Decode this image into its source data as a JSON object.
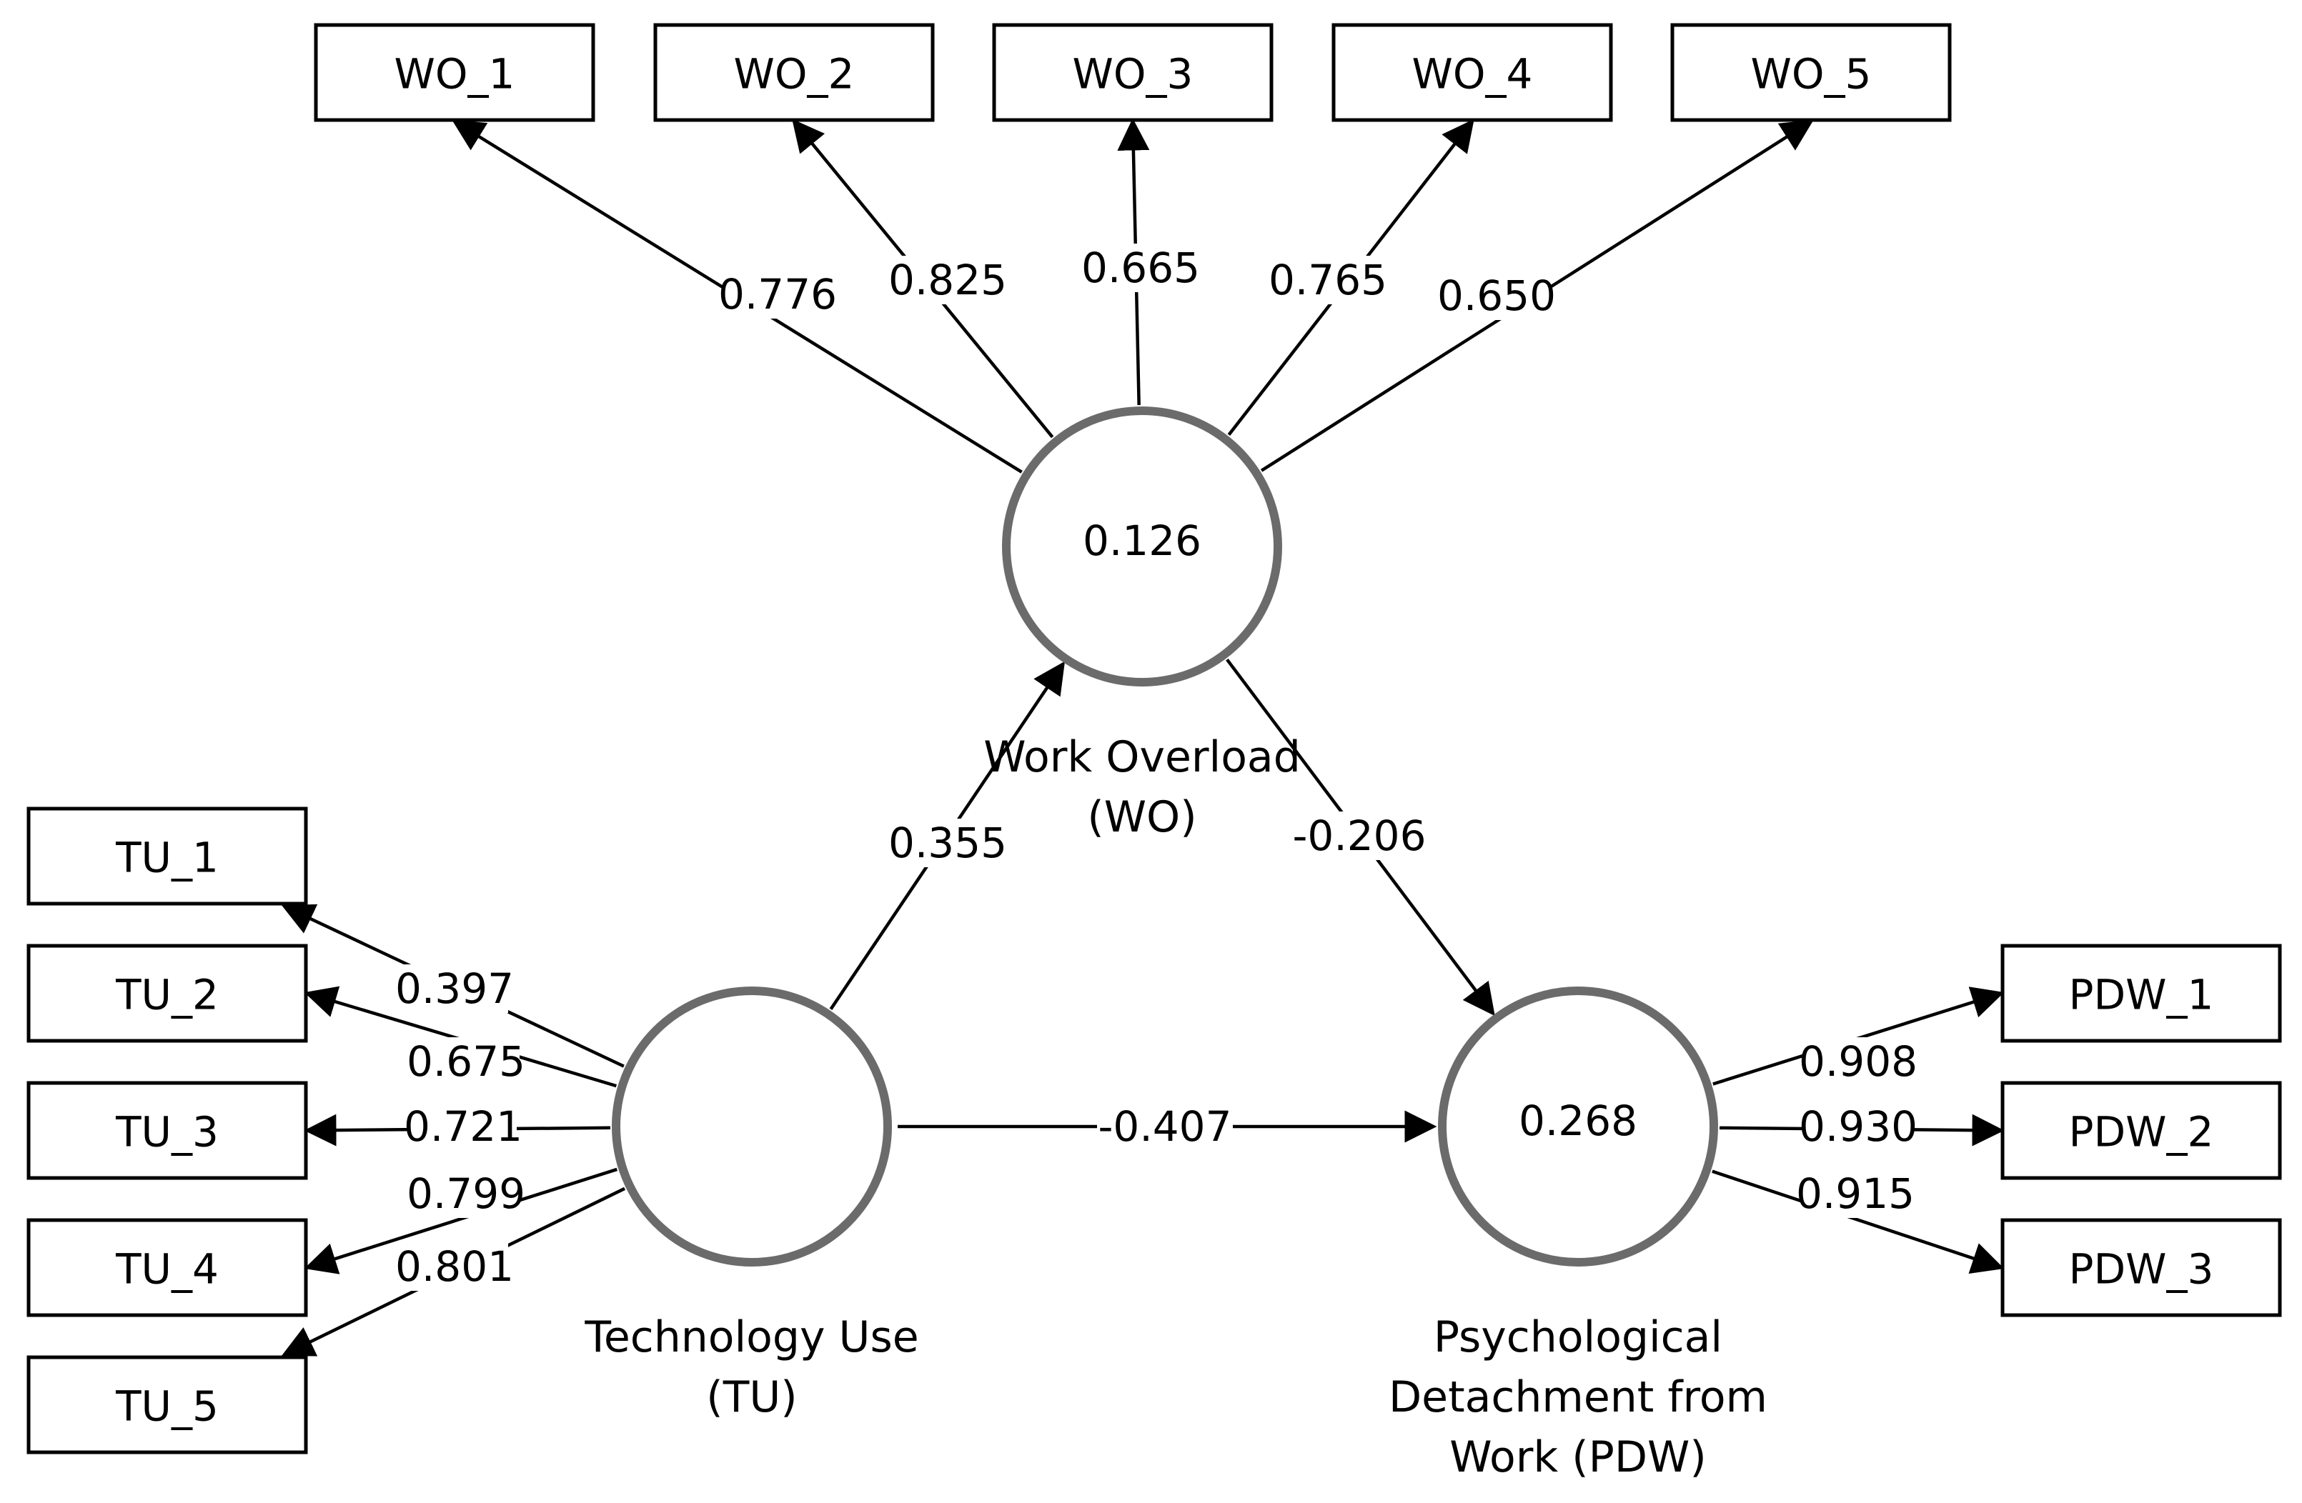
{
  "constructs": {
    "wo": {
      "name_lines": [
        "Work Overload",
        "(WO)"
      ],
      "r2": "0.126"
    },
    "tu": {
      "name_lines": [
        "Technology Use",
        "(TU)"
      ],
      "r2": ""
    },
    "pdw": {
      "name_lines": [
        "Psychological",
        "Detachment from",
        "Work (PDW)"
      ],
      "r2": "0.268"
    }
  },
  "indicators": {
    "wo": [
      {
        "label": "WO_1",
        "loading": "0.776"
      },
      {
        "label": "WO_2",
        "loading": "0.825"
      },
      {
        "label": "WO_3",
        "loading": "0.665"
      },
      {
        "label": "WO_4",
        "loading": "0.765"
      },
      {
        "label": "WO_5",
        "loading": "0.650"
      }
    ],
    "tu": [
      {
        "label": "TU_1",
        "loading": "0.397"
      },
      {
        "label": "TU_2",
        "loading": "0.675"
      },
      {
        "label": "TU_3",
        "loading": "0.721"
      },
      {
        "label": "TU_4",
        "loading": "0.799"
      },
      {
        "label": "TU_5",
        "loading": "0.801"
      }
    ],
    "pdw": [
      {
        "label": "PDW_1",
        "loading": "0.908"
      },
      {
        "label": "PDW_2",
        "loading": "0.930"
      },
      {
        "label": "PDW_3",
        "loading": "0.915"
      }
    ]
  },
  "paths": {
    "tu_wo": "0.355",
    "wo_pdw": "-0.206",
    "tu_pdw": "-0.407"
  }
}
